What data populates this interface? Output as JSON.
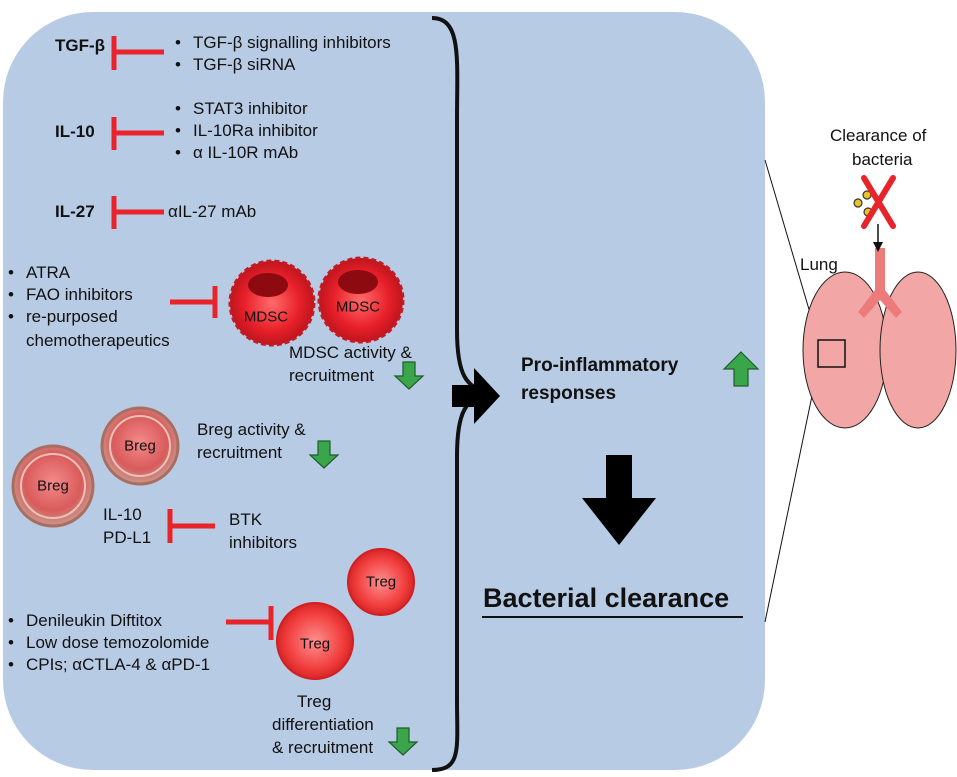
{
  "diagram": {
    "tgfb": {
      "label": "TGF-β",
      "interventions": [
        "TGF-β signalling inhibitors",
        "TGF-β siRNA"
      ]
    },
    "il10": {
      "label": "IL-10",
      "interventions": [
        "STAT3 inhibitor",
        "IL-10Ra inhibitor",
        "α IL-10R mAb"
      ]
    },
    "il27": {
      "label": "IL-27",
      "intervention": "αIL-27 mAb"
    },
    "mdsc": {
      "interventions": [
        "ATRA",
        "FAO inhibitors",
        "re-purposed",
        "chemotherapeutics"
      ],
      "cell_label": "MDSC",
      "effect_line1": "MDSC activity &",
      "effect_line2": "recruitment"
    },
    "breg": {
      "cell_label": "Breg",
      "effect_line1": "Breg activity &",
      "effect_line2": "recruitment",
      "products_line1": "IL-10",
      "products_line2": "PD-L1",
      "inhibitor_line1": "BTK",
      "inhibitor_line2": "inhibitors"
    },
    "treg": {
      "interventions": [
        "Denileukin Diftitox",
        "Low dose temozolomide",
        "CPIs; αCTLA-4 & αPD-1"
      ],
      "cell_label": "Treg",
      "effect_line1": "Treg",
      "effect_line2": "differentiation",
      "effect_line3": "& recruitment"
    },
    "outcome": {
      "pro_line1": "Pro-inflammatory",
      "pro_line2": "responses",
      "bacterial": "Bacterial clearance"
    },
    "lung": {
      "label": "Lung",
      "clearance_line1": "Clearance of",
      "clearance_line2": "bacteria"
    },
    "colors": {
      "panel": "#b7c9e4",
      "inhibit": "#e8232a",
      "down_arrow": "#3aa64c",
      "lung": "#f2a6a6",
      "airway": "#ec7b7b"
    },
    "icons": [
      "inhibit-icon",
      "down-arrow-icon",
      "up-arrow-icon",
      "right-arrow-icon",
      "bacteria-icon",
      "cross-icon"
    ]
  }
}
